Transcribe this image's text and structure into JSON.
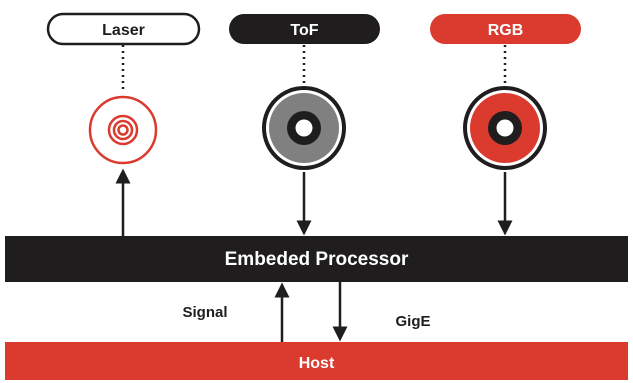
{
  "sensors": [
    {
      "label": "Laser",
      "style": "outline"
    },
    {
      "label": "ToF",
      "style": "dark"
    },
    {
      "label": "RGB",
      "style": "red"
    }
  ],
  "processor": {
    "label": "Embeded Processor"
  },
  "host": {
    "label": "Host"
  },
  "links": {
    "up_label": "Signal",
    "down_label": "GigE"
  },
  "colors": {
    "black": "#1f1d1e",
    "red": "#db3a2e",
    "gray": "#808080",
    "white": "#ffffff"
  }
}
